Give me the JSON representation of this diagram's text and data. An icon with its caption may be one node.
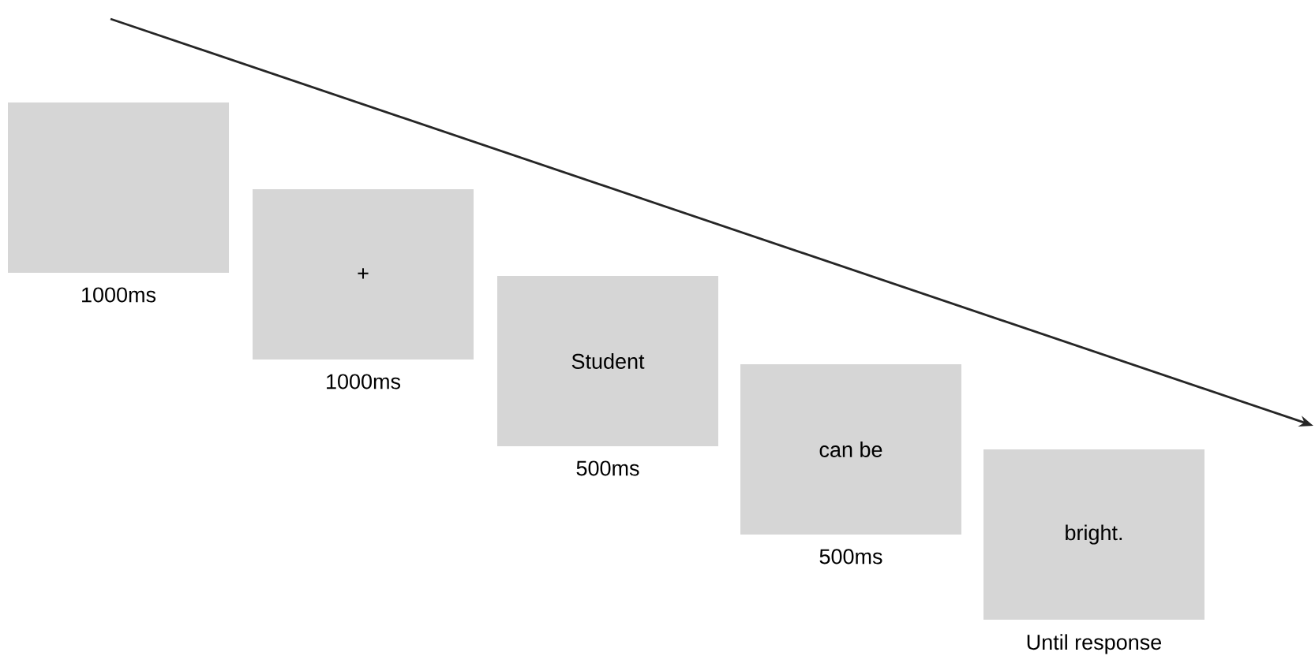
{
  "diagram": {
    "nodes": [
      {
        "text": [],
        "shape": "box",
        "beside": [
          "1000ms"
        ]
      },
      {
        "text": [
          "+"
        ],
        "beside": [
          "1000ms"
        ]
      },
      {
        "text": [
          "Student"
        ],
        "beside": [
          "500ms"
        ]
      },
      {
        "text": [
          "can be"
        ],
        "beside": [
          "500ms"
        ]
      },
      {
        "text": [
          "bright."
        ],
        "beside": [
          "Until response"
        ]
      }
    ]
  }
}
